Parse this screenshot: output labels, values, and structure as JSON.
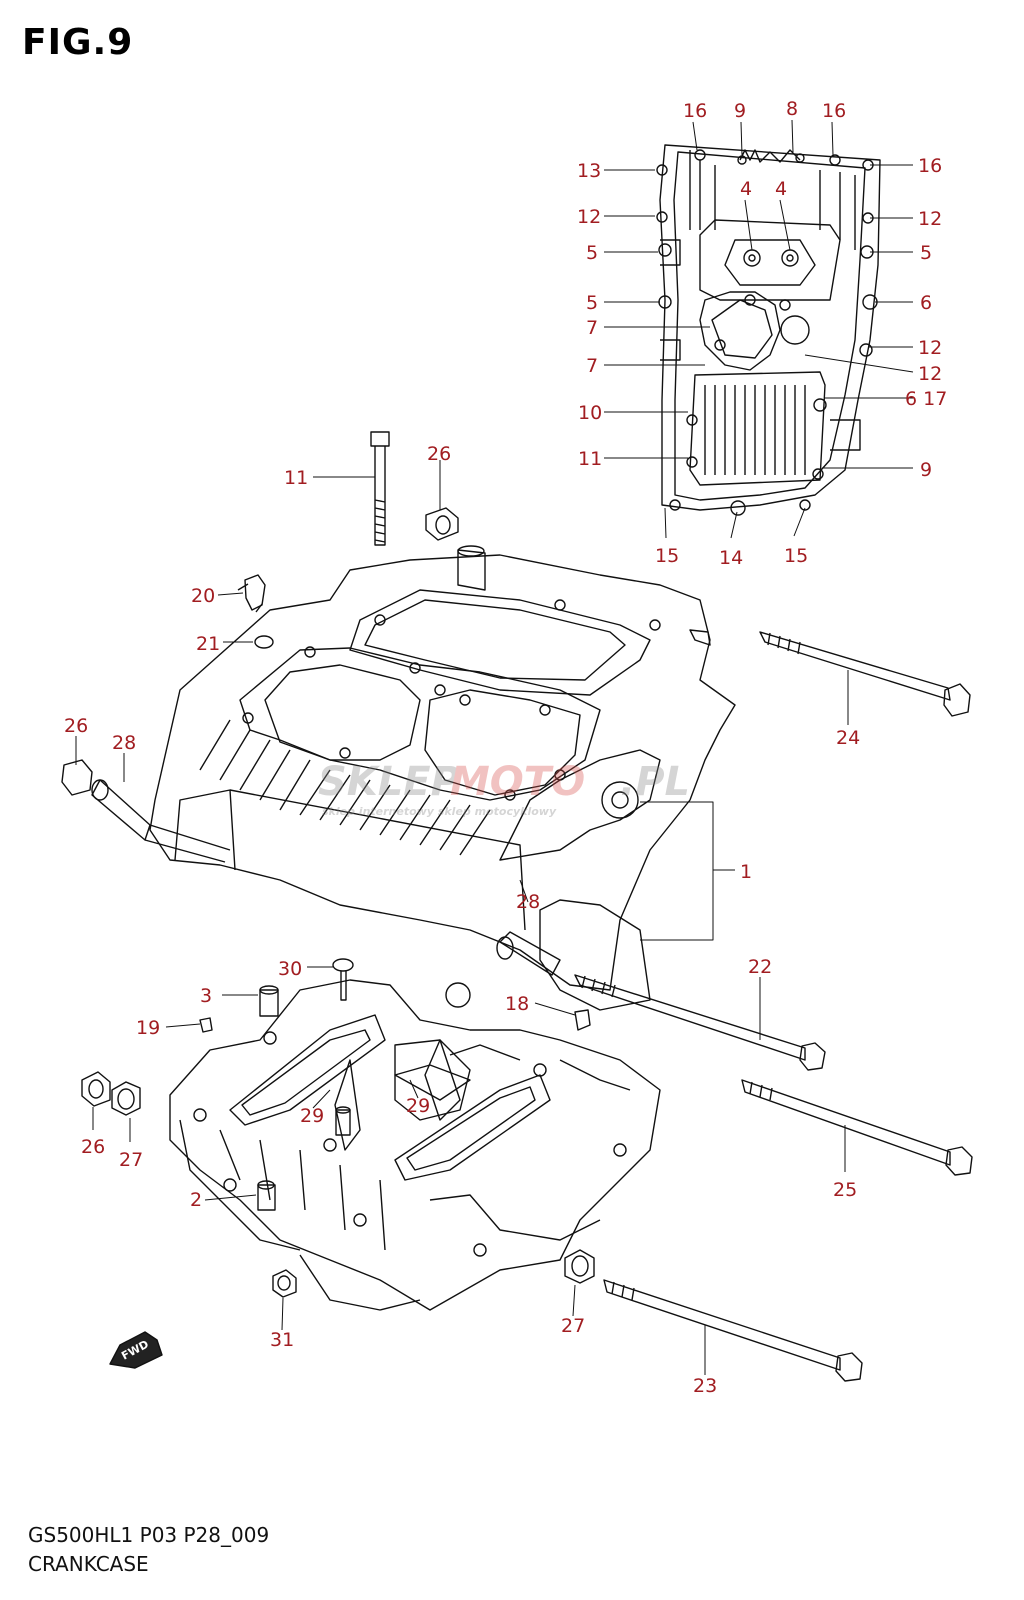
{
  "figure": {
    "title": "FIG.9",
    "model_code": "GS500HL1 P03 P28_009",
    "name": "CRANKCASE"
  },
  "watermark": {
    "text_a": "SKLEP",
    "text_b": "MOTO",
    "text_c": ".PL",
    "tagline": "sklep internetowy sklep motocyklowy"
  },
  "fwd_label": "FWD",
  "colors": {
    "callout": "#a11d21",
    "line": "#111111",
    "watermark": "#d9534f"
  },
  "callouts": {
    "c16a": "16",
    "c9a": "9",
    "c8": "8",
    "c16b": "16",
    "c16c": "16",
    "c13": "13",
    "c4a": "4",
    "c4b": "4",
    "c12a": "12",
    "c12b": "12",
    "c5a": "5",
    "c5b": "5",
    "c5c": "5",
    "c6a": "6",
    "c7a": "7",
    "c7b": "7",
    "c12c": "12",
    "c12d": "12",
    "c10": "10",
    "c617": "6 17",
    "c11a": "11",
    "c9b": "9",
    "c15a": "15",
    "c14": "14",
    "c15b": "15",
    "c11b": "11",
    "c26a": "26",
    "c20": "20",
    "c21": "21",
    "c26b": "26",
    "c28a": "28",
    "c24": "24",
    "c1": "1",
    "c28b": "28",
    "c22": "22",
    "c30": "30",
    "c3": "3",
    "c18": "18",
    "c19": "19",
    "c26c": "26",
    "c27a": "27",
    "c29a": "29",
    "c29b": "29",
    "c25": "25",
    "c2": "2",
    "c27b": "27",
    "c31": "31",
    "c23": "23"
  }
}
